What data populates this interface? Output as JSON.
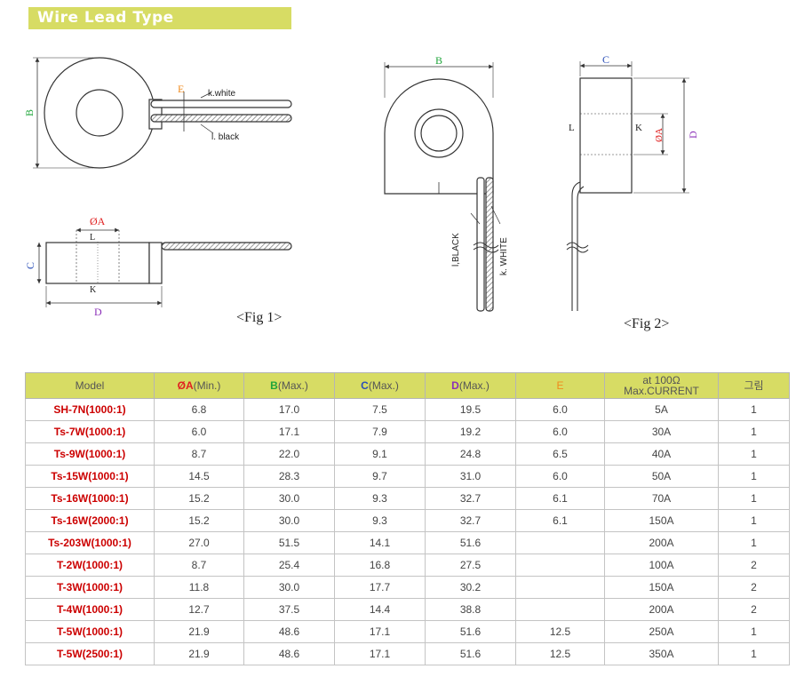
{
  "title": "Wire Lead Type",
  "colors": {
    "header_bg": "#d7dc64",
    "model_text": "#cc0000",
    "label_red": "#e02020",
    "label_green": "#1fa53a",
    "label_blue": "#2b4fb8",
    "label_purple": "#8b2fb8",
    "label_orange": "#f08a1c"
  },
  "fig1": {
    "label": "<Fig 1>",
    "dim_b": "B",
    "dim_e": "E",
    "wire_white": "k.white",
    "wire_black": "l. black",
    "dim_a": "ØA",
    "dim_l": "L",
    "dim_k": "K",
    "dim_c": "C",
    "dim_d": "D"
  },
  "fig2": {
    "label": "<Fig 2>",
    "dim_b": "B",
    "wire_black": "l,BLACK",
    "wire_white": "k. WHITE",
    "dim_c": "C",
    "dim_l": "L",
    "dim_k": "K",
    "dim_a": "ØA",
    "dim_d": "D"
  },
  "table": {
    "headers": {
      "model": "Model",
      "a_sym": "ØA",
      "a_rest": "(Min.)",
      "b_sym": "B",
      "b_rest": "(Max.)",
      "c_sym": "C",
      "c_rest": "(Max.)",
      "d_sym": "D",
      "d_rest": "(Max.)",
      "e": "E",
      "current_1": "at 100Ω",
      "current_2": "Max.CURRENT",
      "fig": "그림"
    },
    "rows": [
      {
        "model": "SH-7N(1000:1)",
        "a": "6.8",
        "b": "17.0",
        "c": "7.5",
        "d": "19.5",
        "e": "6.0",
        "current": "5A",
        "fig": "1"
      },
      {
        "model": "Ts-7W(1000:1)",
        "a": "6.0",
        "b": "17.1",
        "c": "7.9",
        "d": "19.2",
        "e": "6.0",
        "current": "30A",
        "fig": "1"
      },
      {
        "model": "Ts-9W(1000:1)",
        "a": "8.7",
        "b": "22.0",
        "c": "9.1",
        "d": "24.8",
        "e": "6.5",
        "current": "40A",
        "fig": "1"
      },
      {
        "model": "Ts-15W(1000:1)",
        "a": "14.5",
        "b": "28.3",
        "c": "9.7",
        "d": "31.0",
        "e": "6.0",
        "current": "50A",
        "fig": "1"
      },
      {
        "model": "Ts-16W(1000:1)",
        "a": "15.2",
        "b": "30.0",
        "c": "9.3",
        "d": "32.7",
        "e": "6.1",
        "current": "70A",
        "fig": "1"
      },
      {
        "model": "Ts-16W(2000:1)",
        "a": "15.2",
        "b": "30.0",
        "c": "9.3",
        "d": "32.7",
        "e": "6.1",
        "current": "150A",
        "fig": "1"
      },
      {
        "model": "Ts-203W(1000:1)",
        "a": "27.0",
        "b": "51.5",
        "c": "14.1",
        "d": "51.6",
        "e": "",
        "current": "200A",
        "fig": "1"
      },
      {
        "model": "T-2W(1000:1)",
        "a": "8.7",
        "b": "25.4",
        "c": "16.8",
        "d": "27.5",
        "e": "",
        "current": "100A",
        "fig": "2"
      },
      {
        "model": "T-3W(1000:1)",
        "a": "11.8",
        "b": "30.0",
        "c": "17.7",
        "d": "30.2",
        "e": "",
        "current": "150A",
        "fig": "2"
      },
      {
        "model": "T-4W(1000:1)",
        "a": "12.7",
        "b": "37.5",
        "c": "14.4",
        "d": "38.8",
        "e": "",
        "current": "200A",
        "fig": "2"
      },
      {
        "model": "T-5W(1000:1)",
        "a": "21.9",
        "b": "48.6",
        "c": "17.1",
        "d": "51.6",
        "e": "12.5",
        "current": "250A",
        "fig": "1"
      },
      {
        "model": "T-5W(2500:1)",
        "a": "21.9",
        "b": "48.6",
        "c": "17.1",
        "d": "51.6",
        "e": "12.5",
        "current": "350A",
        "fig": "1"
      }
    ]
  }
}
